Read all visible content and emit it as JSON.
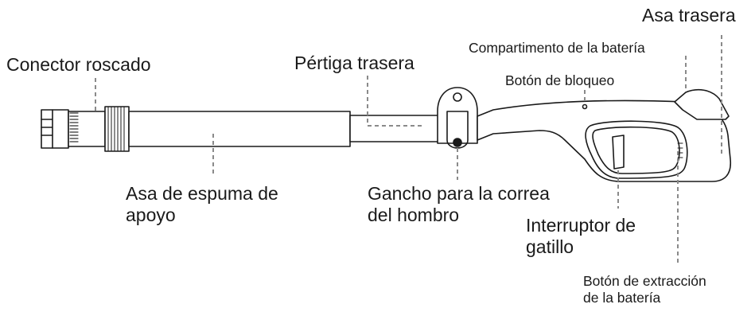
{
  "labels": {
    "threaded_connector": "Conector roscado",
    "rear_pole": "Pértiga trasera",
    "battery_compartment": "Compartimento de la batería",
    "rear_handle": "Asa trasera",
    "lock_button": "Botón de bloqueo",
    "foam_grip_line1": "Asa de espuma de",
    "foam_grip_line2": "apoyo",
    "strap_hook_line1": "Gancho para la correa",
    "strap_hook_line2": "del hombro",
    "trigger_line1": "Interruptor de",
    "trigger_line2": "gatillo",
    "battery_release_line1": "Botón de extracción",
    "battery_release_line2": "de la batería"
  },
  "colors": {
    "outline": "#1a1a1a",
    "leader": "#8a8a8a",
    "thread": "#333333"
  }
}
